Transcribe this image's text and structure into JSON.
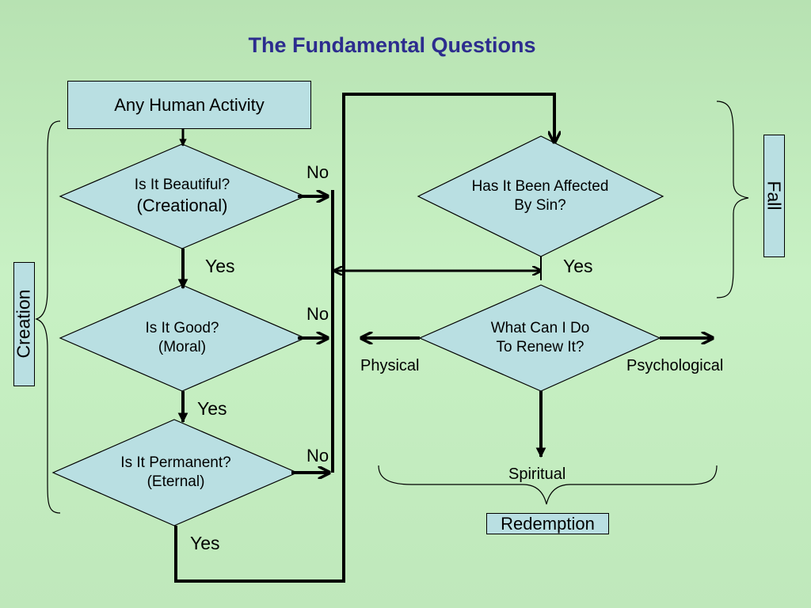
{
  "title": "The Fundamental Questions",
  "nodes": {
    "start": "Any Human Activity",
    "beautiful": {
      "line1": "Is It Beautiful?",
      "line2": "(Creational)"
    },
    "good": {
      "line1": "Is It Good?",
      "line2": "(Moral)"
    },
    "permanent": {
      "line1": "Is It Permanent?",
      "line2": "(Eternal)"
    },
    "affected": {
      "line1": "Has It Been Affected",
      "line2": "By Sin?"
    },
    "renew": {
      "line1": "What Can I Do",
      "line2": "To Renew It?"
    }
  },
  "edge_labels": {
    "no_beautiful": "No",
    "no_good": "No",
    "no_permanent": "No",
    "yes_beautiful": "Yes",
    "yes_good": "Yes",
    "yes_permanent": "Yes",
    "yes_affected": "Yes"
  },
  "outcomes": {
    "physical": "Physical",
    "psychological": "Psychological",
    "spiritual": "Spiritual"
  },
  "groups": {
    "creation": "Creation",
    "fall": "Fall",
    "redemption": "Redemption"
  },
  "colors": {
    "background": "#c8f1c4",
    "box_fill": "#b9dfe2",
    "title": "#2c2c8e",
    "line": "#000000"
  }
}
